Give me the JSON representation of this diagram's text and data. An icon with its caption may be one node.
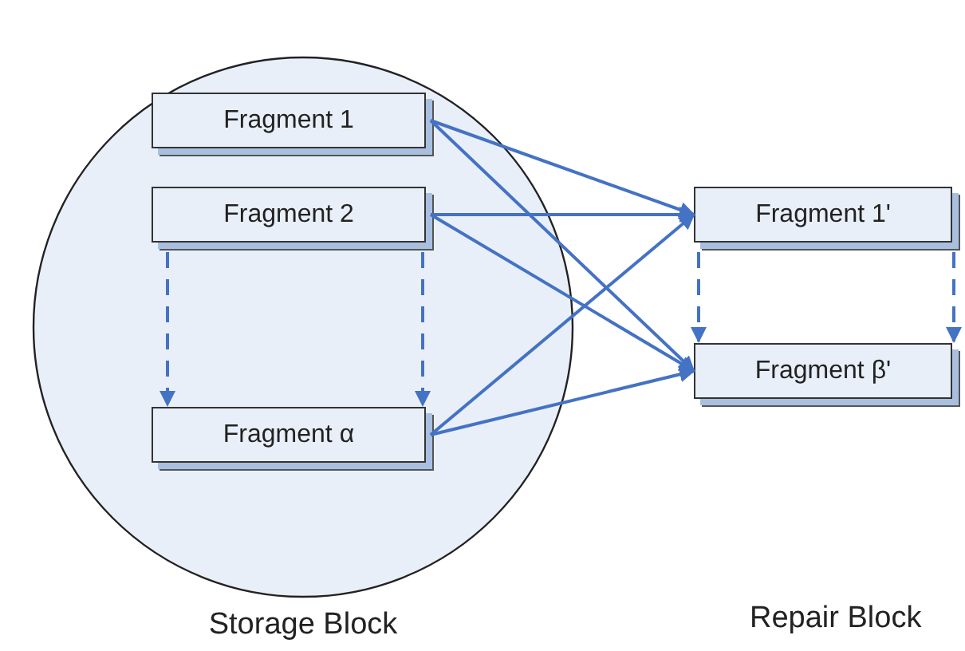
{
  "diagram": {
    "nodes": [
      {
        "text": [
          "Storage Block"
        ]
      },
      {
        "text": [
          "Fragment 1"
        ],
        "in": 0
      },
      {
        "text": [
          "Fragment 2"
        ],
        "in": 0
      },
      {
        "text": [
          "Fragment α"
        ],
        "in": 0
      },
      {
        "text": [
          "Fragment 1'"
        ]
      },
      {
        "text": [
          "Fragment β'"
        ]
      }
    ],
    "edges": [
      {
        "from": 1,
        "to": 4,
        "arrow": "to"
      },
      {
        "from": 1,
        "to": 5,
        "arrow": "to"
      },
      {
        "from": 2,
        "to": 4,
        "arrow": "to"
      },
      {
        "from": 2,
        "to": 5,
        "arrow": "to"
      },
      {
        "from": 3,
        "to": 4,
        "arrow": "to"
      },
      {
        "from": 3,
        "to": 5,
        "arrow": "to"
      },
      {
        "from": 2,
        "to": 3,
        "arrow": "to",
        "style": "dashed"
      },
      {
        "from": 2,
        "to": 3,
        "arrow": "to",
        "style": "dashed"
      },
      {
        "from": 4,
        "to": 5,
        "arrow": "to",
        "style": "dashed"
      },
      {
        "from": 4,
        "to": 5,
        "arrow": "to",
        "style": "dashed"
      }
    ],
    "labels": [
      "Repair Block"
    ]
  }
}
